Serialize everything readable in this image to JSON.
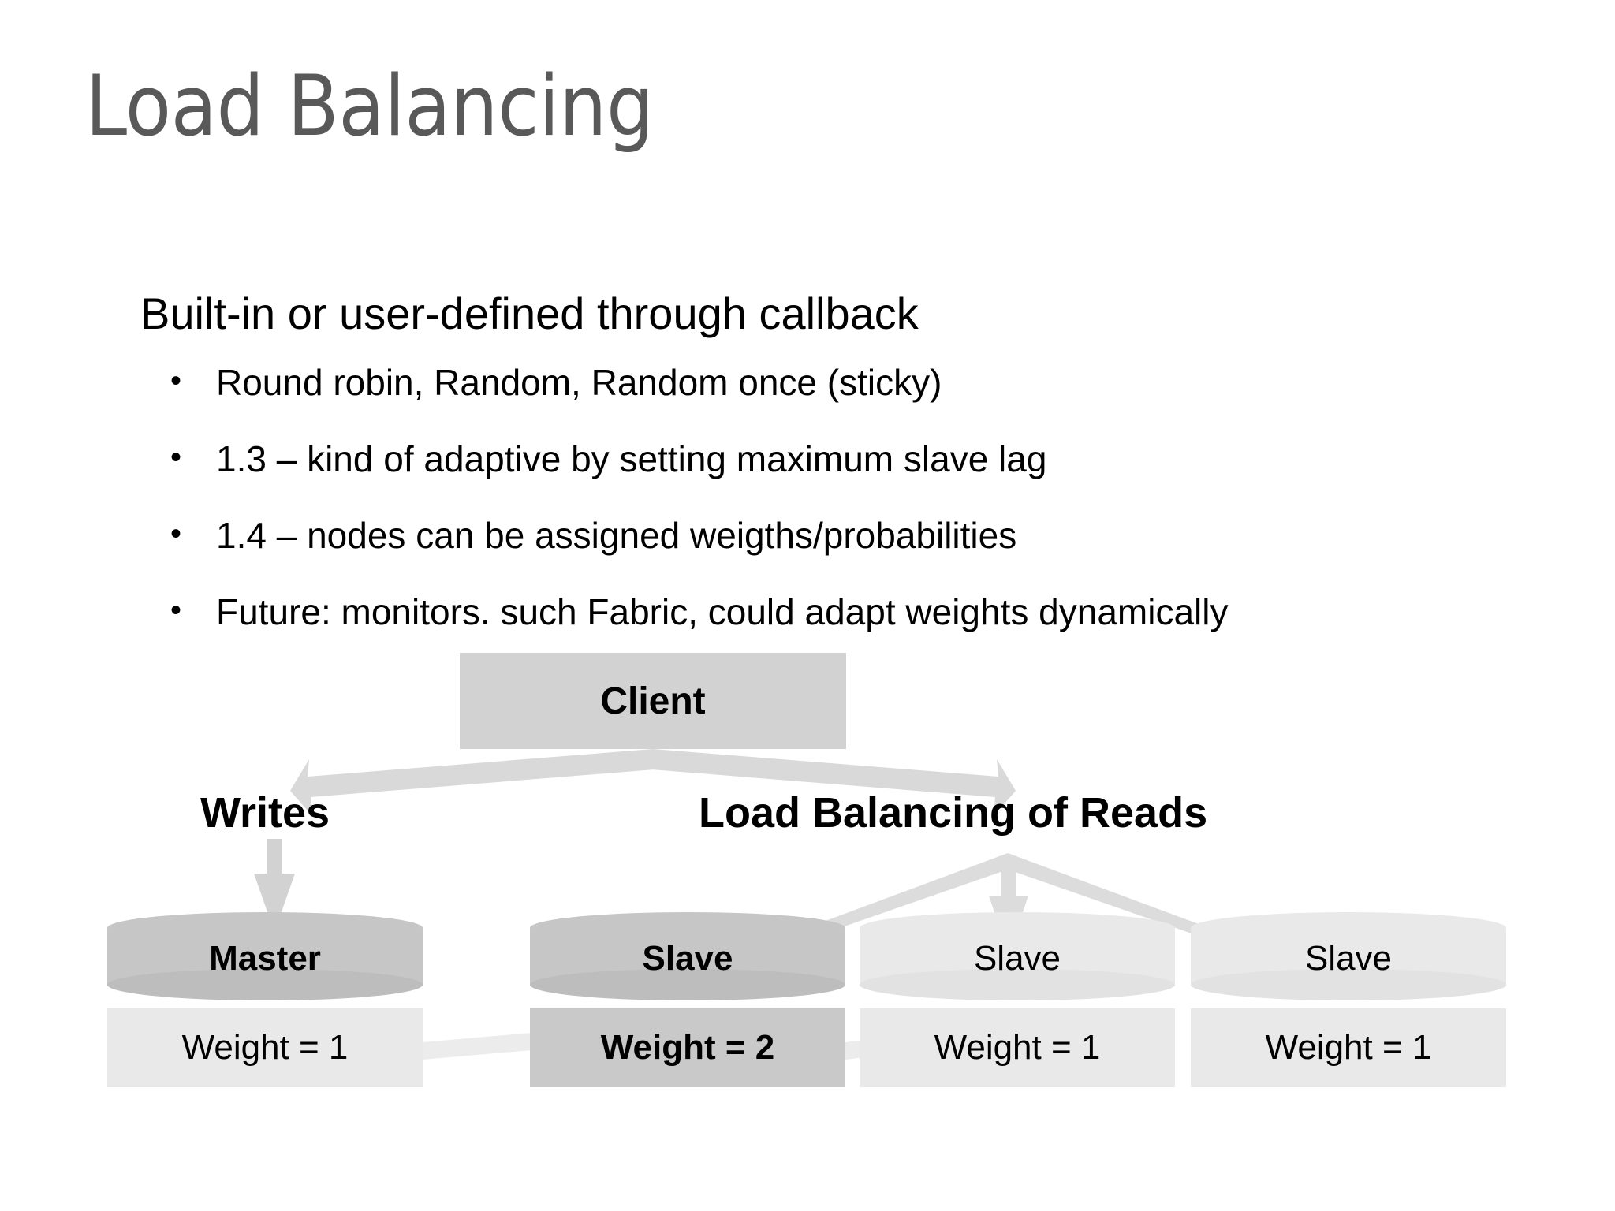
{
  "slide": {
    "title": "Load Balancing",
    "title_color": "#595959",
    "lead": "Built-in or user-defined through callback",
    "bullet_marker": "•",
    "bullets": [
      "Round robin, Random, Random once (sticky)",
      "1.3 – kind of adaptive by setting maximum slave lag",
      "1.4 – nodes can be assigned weigths/probabilities",
      "Future: monitors. such Fabric, could adapt weights dynamically"
    ]
  },
  "diagram": {
    "client_label": "Client",
    "branch_left_label": "Writes",
    "branch_right_label": "Load Balancing of Reads",
    "colors": {
      "client_box": "#d2d2d2",
      "cylinder_dark": "#c6c6c6",
      "cylinder_light": "#e9e9e9",
      "weight_box_light": "#e9e9e9",
      "weight_box_dark": "#c9c9c9",
      "arrow": "#d9d9d9",
      "text": "#000000"
    },
    "nodes": [
      {
        "role": "Master",
        "weight_label": "Weight = 1",
        "emphasis": "dark",
        "weight_emphasis": "light"
      },
      {
        "role": "Slave",
        "weight_label": "Weight = 2",
        "emphasis": "dark",
        "weight_emphasis": "dark"
      },
      {
        "role": "Slave",
        "weight_label": "Weight = 1",
        "emphasis": "light",
        "weight_emphasis": "light"
      },
      {
        "role": "Slave",
        "weight_label": "Weight = 1",
        "emphasis": "light",
        "weight_emphasis": "light"
      }
    ]
  }
}
